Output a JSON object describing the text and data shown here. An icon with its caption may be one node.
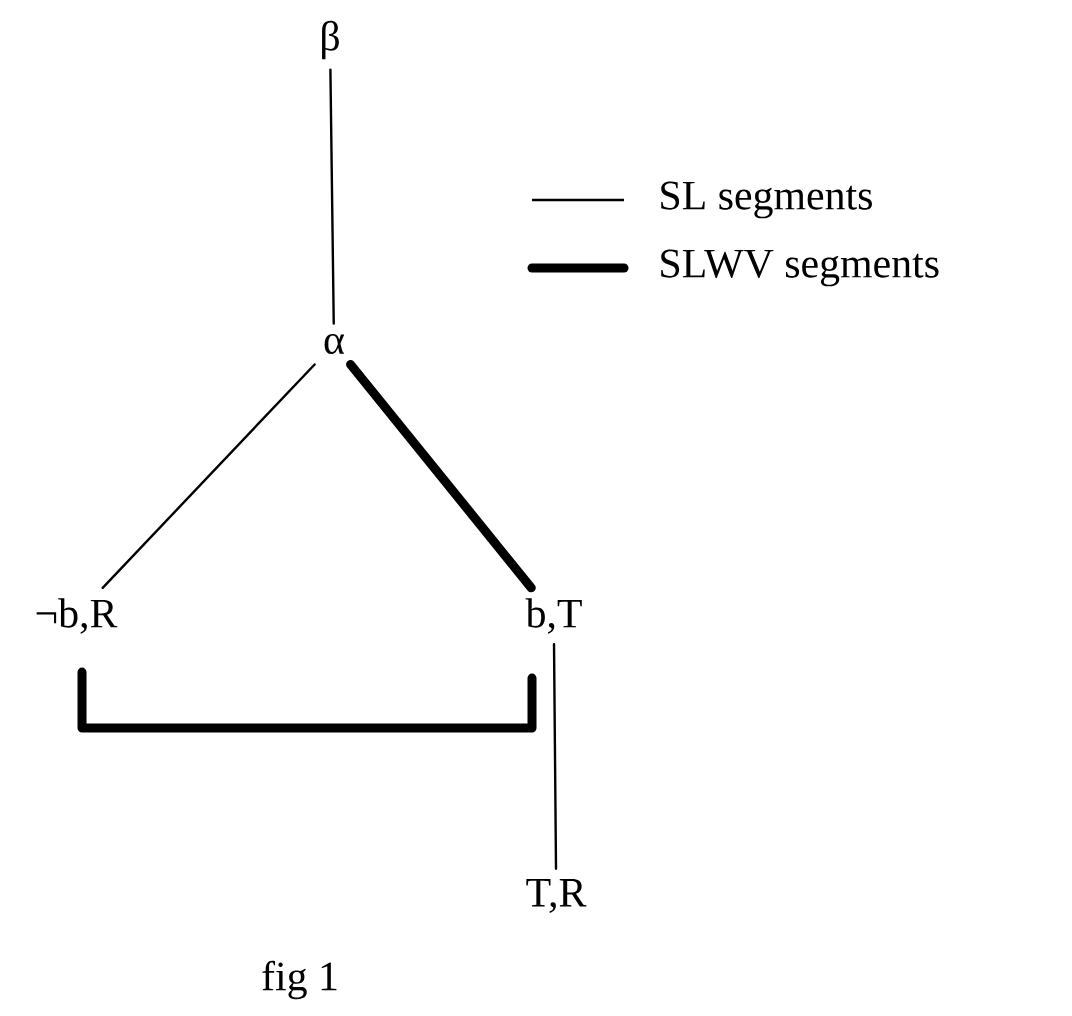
{
  "diagram": {
    "caption": "fig 1",
    "nodes": [
      {
        "text": [
          "β"
        ]
      },
      {
        "text": [
          "α"
        ]
      },
      {
        "text": [
          "¬b,R"
        ]
      },
      {
        "text": [
          "b,T"
        ]
      },
      {
        "text": [
          "T,R"
        ]
      }
    ],
    "edges": [
      {
        "from": 0,
        "to": 1,
        "arrow": "none"
      },
      {
        "from": 1,
        "to": 2,
        "arrow": "none"
      },
      {
        "from": 1,
        "to": 3,
        "arrow": "none",
        "style": "thick"
      },
      {
        "from": 2,
        "to": 3,
        "arrow": "none",
        "style": "thick"
      },
      {
        "from": 3,
        "to": 4,
        "arrow": "none"
      }
    ],
    "legend": [
      {
        "text": "SL segments"
      },
      {
        "text": "SLWV segments"
      }
    ]
  }
}
